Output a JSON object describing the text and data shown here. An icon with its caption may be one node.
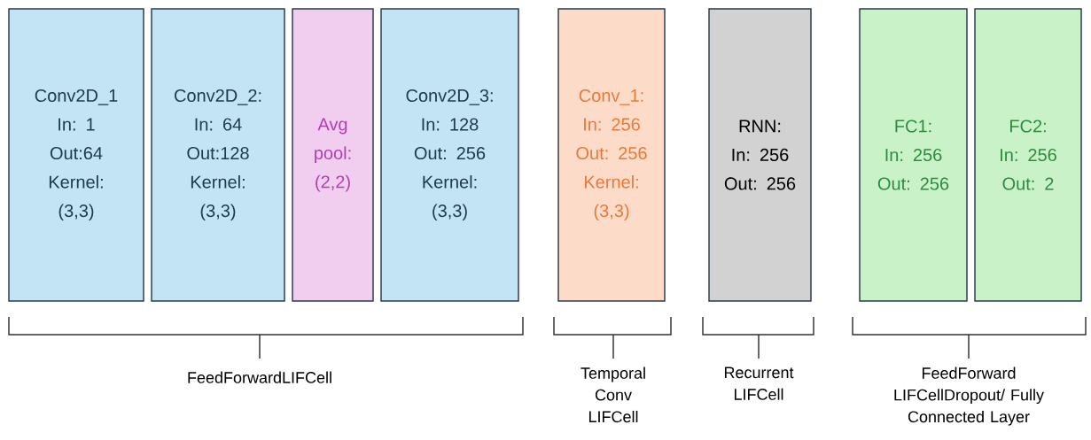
{
  "diagram": {
    "nodes": [
      {
        "text": [
          "Conv2D_1",
          "In: 1",
          "Out:64",
          "Kernel: (3,3)"
        ]
      },
      {
        "text": [
          "Conv2D_2:",
          "In: 64",
          "Out:128",
          "Kernel: (3,3)"
        ]
      },
      {
        "text": [
          "Avg pool:",
          "(2,2)"
        ]
      },
      {
        "text": [
          "Conv2D_3:",
          "In: 128",
          "Out: 256",
          "Kernel: (3,3)"
        ]
      },
      {
        "text": [
          "Conv_1:",
          "In: 256",
          "Out: 256",
          "Kernel: (3,3)"
        ]
      },
      {
        "text": [
          "RNN:",
          "In: 256",
          "Out: 256"
        ]
      },
      {
        "text": [
          "FC1:",
          "In: 256",
          "Out: 256"
        ]
      },
      {
        "text": [
          "FC2:",
          "In: 256",
          "Out: 2"
        ]
      }
    ],
    "labels": [
      "FeedForwardLIFCell",
      "Temporal Conv LIFCell",
      "Recurrent LIFCell",
      "FeedForward LIFCellDropout/ Fully Connected Layer"
    ]
  }
}
